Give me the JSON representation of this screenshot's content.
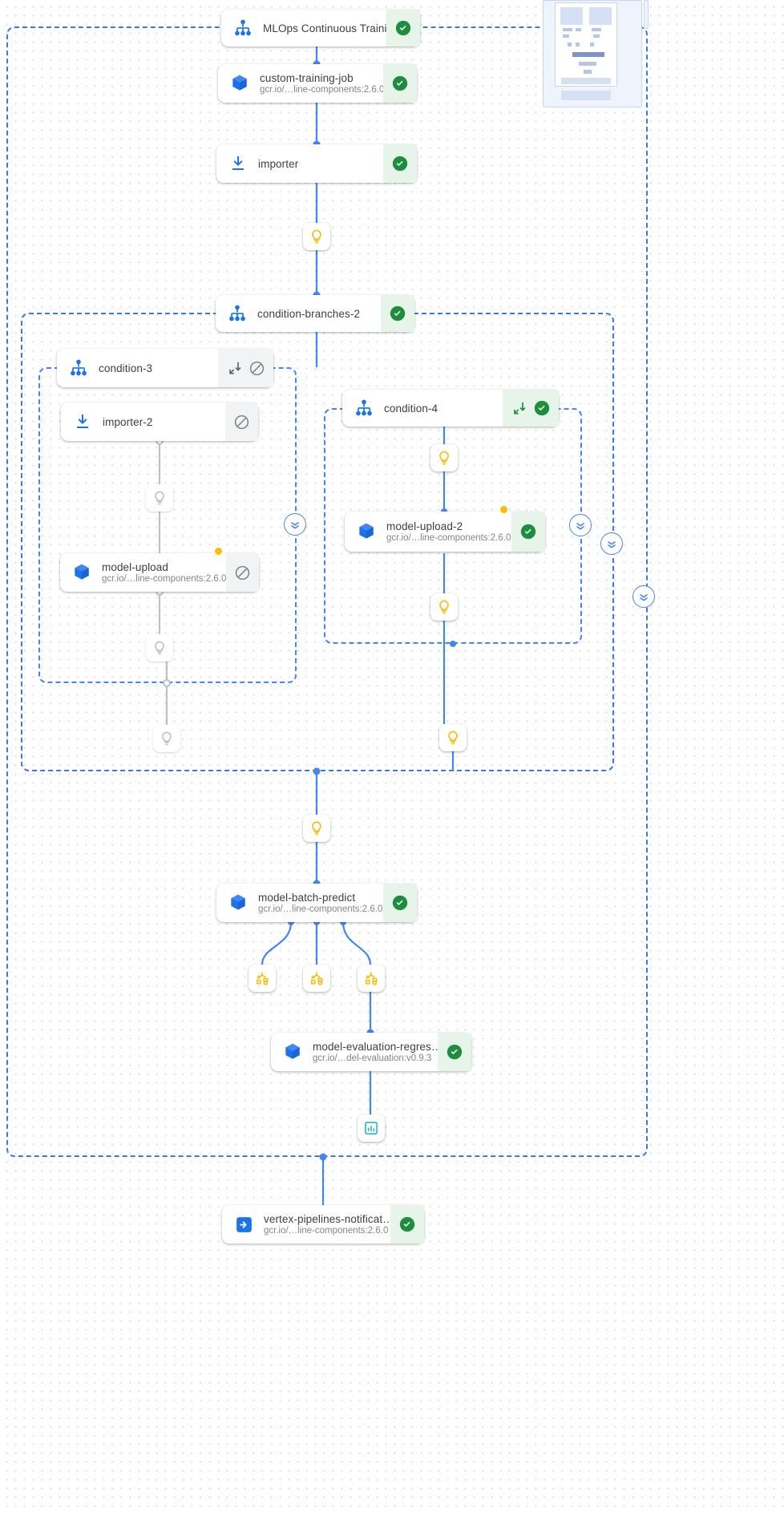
{
  "app": {
    "view": "pipeline-dag-graph",
    "colors": {
      "edge_active": "#4285f4",
      "edge_muted": "#bdc1c6",
      "group_border": "#3b78e7",
      "status_ok_bg": "#e6f4ea",
      "status_ok_fg": "#1e8e3e",
      "status_skipped_bg": "#f1f3f4",
      "status_skipped_fg": "#80868b",
      "cached_dot": "#fbbc04",
      "artifact_icon": "#fbbc04",
      "node_icon_blue": "#1a73e8",
      "metrics_icon": "#12b5cb"
    }
  },
  "nodes": [
    {
      "id": "root-pipeline",
      "title": "MLOps Continuous Traini…",
      "subtitle": "",
      "icon": "pipeline-icon",
      "status": "succeeded",
      "status_icon": "check-circle-icon"
    },
    {
      "id": "custom-training-job",
      "title": "custom-training-job",
      "subtitle": "gcr.io/…line-components:2.6.0",
      "icon": "container-icon",
      "status": "succeeded",
      "status_icon": "check-circle-icon"
    },
    {
      "id": "importer",
      "title": "importer",
      "subtitle": "",
      "icon": "import-icon",
      "status": "succeeded",
      "status_icon": "check-circle-icon"
    },
    {
      "id": "condition-branches-2",
      "title": "condition-branches-2",
      "subtitle": "",
      "icon": "pipeline-icon",
      "status": "succeeded",
      "status_icon": "check-circle-icon"
    },
    {
      "id": "condition-3",
      "title": "condition-3",
      "subtitle": "",
      "icon": "pipeline-icon",
      "status": "skipped",
      "status_icon": "block-circle-icon",
      "extra_icon": "collapse-arrows-icon"
    },
    {
      "id": "importer-2",
      "title": "importer-2",
      "subtitle": "",
      "icon": "import-icon",
      "status": "skipped",
      "status_icon": "block-circle-icon"
    },
    {
      "id": "model-upload",
      "title": "model-upload",
      "subtitle": "gcr.io/…line-components:2.6.0",
      "icon": "container-icon",
      "status": "skipped",
      "status_icon": "block-circle-icon",
      "cached": true
    },
    {
      "id": "condition-4",
      "title": "condition-4",
      "subtitle": "",
      "icon": "pipeline-icon",
      "status": "succeeded",
      "status_icon": "check-circle-icon",
      "extra_icon": "collapse-arrows-icon"
    },
    {
      "id": "model-upload-2",
      "title": "model-upload-2",
      "subtitle": "gcr.io/…line-components:2.6.0",
      "icon": "container-icon",
      "status": "succeeded",
      "status_icon": "check-circle-icon",
      "cached": true
    },
    {
      "id": "model-batch-predict",
      "title": "model-batch-predict",
      "subtitle": "gcr.io/…line-components:2.6.0",
      "icon": "container-icon",
      "status": "succeeded",
      "status_icon": "check-circle-icon"
    },
    {
      "id": "model-evaluation",
      "title": "model-evaluation-regres…",
      "subtitle": "gcr.io/…del-evaluation:v0.9.3",
      "icon": "container-icon",
      "status": "succeeded",
      "status_icon": "check-circle-icon"
    },
    {
      "id": "notification",
      "title": "vertex-pipelines-notificat…",
      "subtitle": "gcr.io/…line-components:2.6.0",
      "icon": "exit-box-icon",
      "status": "succeeded",
      "status_icon": "check-circle-icon"
    }
  ],
  "chips": [
    {
      "id": "chip-param-1",
      "icon": "parameter-bulb-icon",
      "state": "active"
    },
    {
      "id": "chip-param-2",
      "icon": "parameter-bulb-icon",
      "state": "muted"
    },
    {
      "id": "chip-param-3",
      "icon": "parameter-bulb-icon",
      "state": "muted"
    },
    {
      "id": "chip-param-4",
      "icon": "parameter-bulb-icon",
      "state": "muted"
    },
    {
      "id": "chip-param-5",
      "icon": "parameter-bulb-icon",
      "state": "active"
    },
    {
      "id": "chip-param-6",
      "icon": "parameter-bulb-icon",
      "state": "active"
    },
    {
      "id": "chip-param-7",
      "icon": "parameter-bulb-icon",
      "state": "active"
    },
    {
      "id": "chip-param-8",
      "icon": "parameter-bulb-icon",
      "state": "active"
    },
    {
      "id": "chip-artifact-1",
      "icon": "artifact-icon",
      "state": "active"
    },
    {
      "id": "chip-artifact-2",
      "icon": "artifact-icon",
      "state": "active"
    },
    {
      "id": "chip-artifact-3",
      "icon": "artifact-icon",
      "state": "active"
    },
    {
      "id": "chip-metrics-1",
      "icon": "metrics-chart-icon",
      "state": "active"
    }
  ],
  "toggles": [
    {
      "id": "toggle-condition-3",
      "icon": "collapse-chevrons-icon"
    },
    {
      "id": "toggle-condition-4",
      "icon": "collapse-chevrons-icon"
    },
    {
      "id": "toggle-condition-branches",
      "icon": "collapse-chevrons-icon"
    },
    {
      "id": "toggle-root-group",
      "icon": "collapse-chevrons-icon"
    }
  ],
  "minimap": {
    "name": "graph-minimap"
  }
}
